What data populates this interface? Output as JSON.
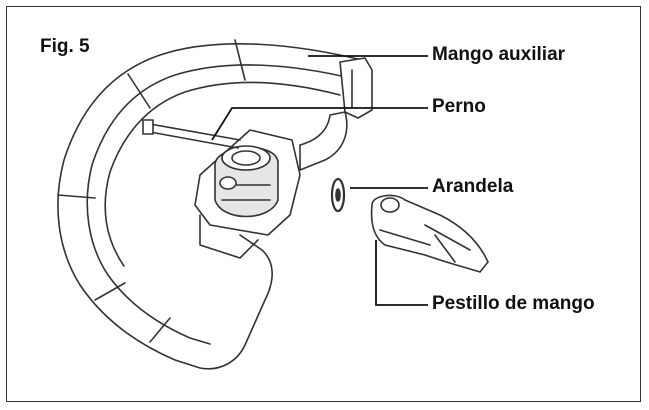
{
  "figure": {
    "title": "Fig. 5",
    "labels": {
      "mango_auxiliar": "Mango auxiliar",
      "perno": "Perno",
      "arandela": "Arandela",
      "pestillo": "Pestillo de mango"
    }
  },
  "colors": {
    "line": "#333333",
    "fill": "#ffffff",
    "shade": "#e6e6e6",
    "dark": "#444444"
  }
}
